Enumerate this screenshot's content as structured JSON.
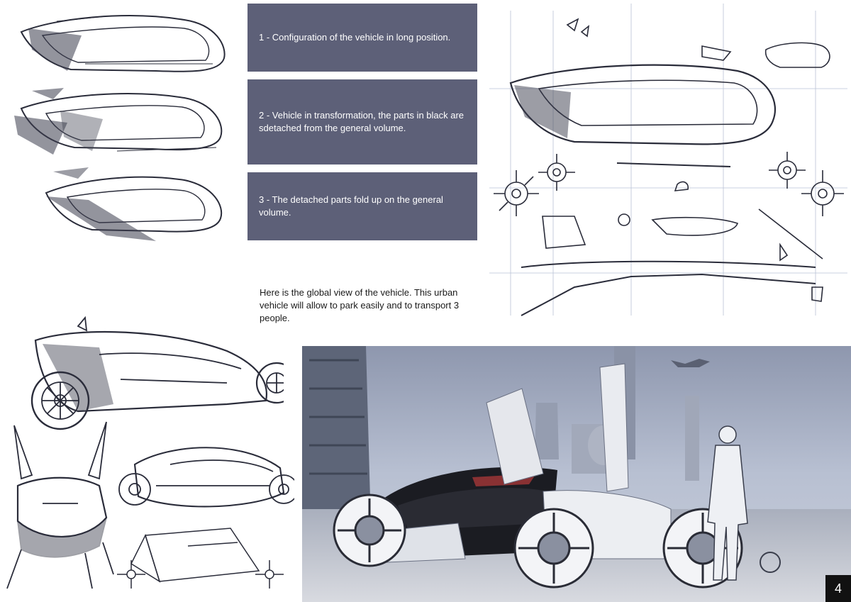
{
  "captions": [
    {
      "text": "1 - Configuration of the vehicle in long position."
    },
    {
      "text": "2 - Vehicle in transformation, the parts in black are sdetached from the general volume."
    },
    {
      "text": "3 - The detached parts fold up on the general volume."
    }
  ],
  "global_note": "Here is the global view of the vehicle. This urban vehicle will allow to park easily and to transport 3 people.",
  "page_number": "4",
  "colors": {
    "caption_background": "#5d6078",
    "caption_text": "#ffffff",
    "sketch_stroke": "#2a2c3a",
    "render_sky": "#a8b1c6",
    "page_number_background": "#111111"
  }
}
